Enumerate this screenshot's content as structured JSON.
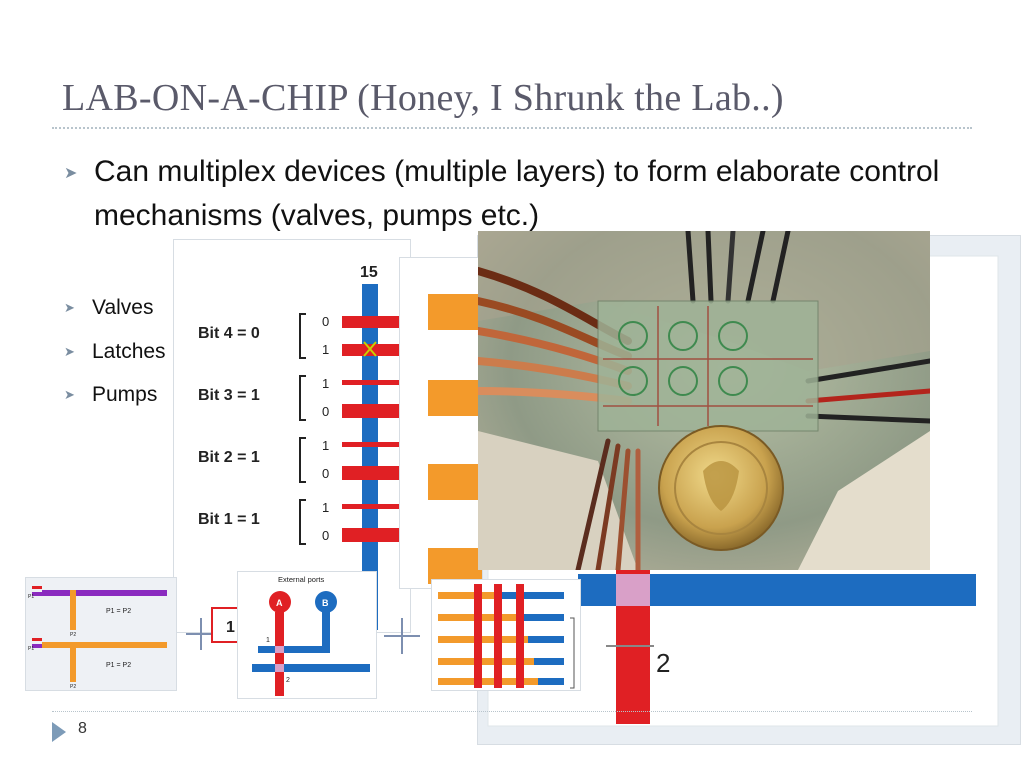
{
  "slide": {
    "title": "LAB-ON-A-CHIP (Honey, I Shrunk the Lab..)",
    "main_bullet": "Can multiplex devices (multiple layers) to form elaborate control mechanisms (valves, pumps etc.)",
    "sub_bullets": [
      "Valves",
      "Latches",
      "Pumps"
    ],
    "page_number": "8"
  },
  "figure_bits": {
    "column_label": "15",
    "rows": [
      {
        "label": "Bit 4 = 0",
        "top": "0",
        "bottom": "1"
      },
      {
        "label": "Bit 3 = 1",
        "top": "1",
        "bottom": "0"
      },
      {
        "label": "Bit 2 = 1",
        "top": "1",
        "bottom": "0"
      },
      {
        "label": "Bit 1 = 1",
        "top": "1",
        "bottom": "0"
      }
    ]
  },
  "figure_valves": {
    "p1_label_a": "P1",
    "p1_label_b": "P1",
    "p2_label_a": "P2",
    "p2_label_b": "P2",
    "eq_a": "P1 = P2",
    "eq_b": "P1 = P2"
  },
  "figure_ports": {
    "title": "External ports",
    "port_a": "A",
    "port_b": "B",
    "label_1": "1",
    "label_2": "2"
  },
  "figure_cross": {
    "label_2": "2",
    "label_1": "1"
  },
  "colors": {
    "blue": "#1d6cc0",
    "red": "#e02024",
    "orange": "#f39a2b",
    "purple": "#8a2bbf",
    "pink": "#d9a0c8"
  }
}
